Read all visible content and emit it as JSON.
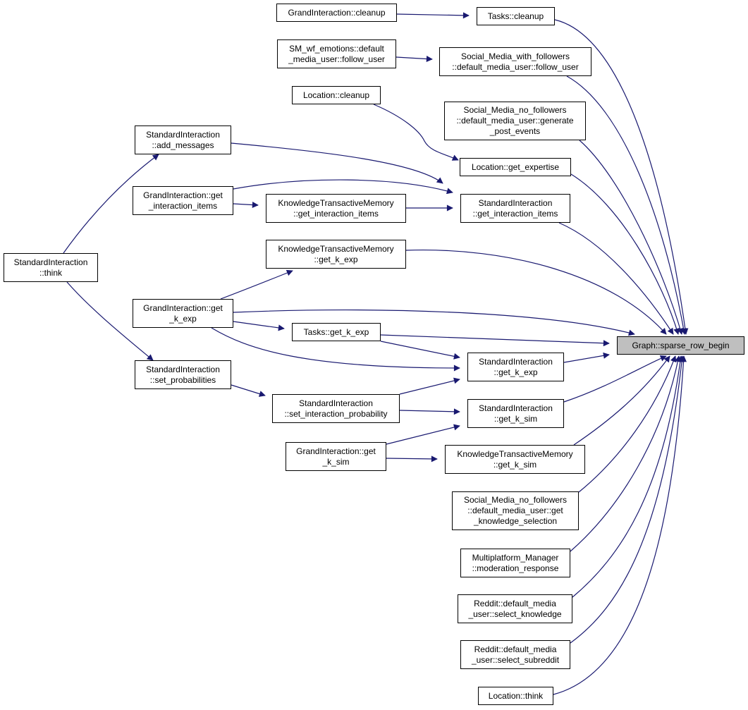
{
  "colors": {
    "edge": "#191970",
    "node_border": "#000000",
    "node_fill": "#ffffff",
    "target_fill": "#bfbfbf"
  },
  "graph": {
    "target": "Graph::sparse_row_begin",
    "nodes": [
      {
        "id": "grand-cleanup",
        "lines": [
          "GrandInteraction::cleanup"
        ]
      },
      {
        "id": "tasks-cleanup",
        "lines": [
          "Tasks::cleanup"
        ]
      },
      {
        "id": "smwf-follow",
        "lines": [
          "SM_wf_emotions::default",
          "_media_user::follow_user"
        ]
      },
      {
        "id": "smfollowers-follow",
        "lines": [
          "Social_Media_with_followers",
          "::default_media_user::follow_user"
        ]
      },
      {
        "id": "location-cleanup",
        "lines": [
          "Location::cleanup"
        ]
      },
      {
        "id": "smnf-generate",
        "lines": [
          "Social_Media_no_followers",
          "::default_media_user::generate",
          "_post_events"
        ]
      },
      {
        "id": "std-add-messages",
        "lines": [
          "StandardInteraction",
          "::add_messages"
        ]
      },
      {
        "id": "location-get-expertise",
        "lines": [
          "Location::get_expertise"
        ]
      },
      {
        "id": "grand-get-items",
        "lines": [
          "GrandInteraction::get",
          "_interaction_items"
        ]
      },
      {
        "id": "ktm-get-items",
        "lines": [
          "KnowledgeTransactiveMemory",
          "::get_interaction_items"
        ]
      },
      {
        "id": "std-get-items",
        "lines": [
          "StandardInteraction",
          "::get_interaction_items"
        ]
      },
      {
        "id": "ktm-get-k-exp",
        "lines": [
          "KnowledgeTransactiveMemory",
          "::get_k_exp"
        ]
      },
      {
        "id": "std-think",
        "lines": [
          "StandardInteraction",
          "::think"
        ]
      },
      {
        "id": "grand-get-k-exp",
        "lines": [
          "GrandInteraction::get",
          "_k_exp"
        ]
      },
      {
        "id": "tasks-get-k-exp",
        "lines": [
          "Tasks::get_k_exp"
        ]
      },
      {
        "id": "std-get-k-exp",
        "lines": [
          "StandardInteraction",
          "::get_k_exp"
        ]
      },
      {
        "id": "std-set-probabilities",
        "lines": [
          "StandardInteraction",
          "::set_probabilities"
        ]
      },
      {
        "id": "std-set-interaction-probability",
        "lines": [
          "StandardInteraction",
          "::set_interaction_probability"
        ]
      },
      {
        "id": "std-get-k-sim",
        "lines": [
          "StandardInteraction",
          "::get_k_sim"
        ]
      },
      {
        "id": "grand-get-k-sim",
        "lines": [
          "GrandInteraction::get",
          "_k_sim"
        ]
      },
      {
        "id": "ktm-get-k-sim",
        "lines": [
          "KnowledgeTransactiveMemory",
          "::get_k_sim"
        ]
      },
      {
        "id": "smnf-knowledge",
        "lines": [
          "Social_Media_no_followers",
          "::default_media_user::get",
          "_knowledge_selection"
        ]
      },
      {
        "id": "multiplatform-moderation",
        "lines": [
          "Multiplatform_Manager",
          "::moderation_response"
        ]
      },
      {
        "id": "reddit-select-knowledge",
        "lines": [
          "Reddit::default_media",
          "_user::select_knowledge"
        ]
      },
      {
        "id": "reddit-select-subreddit",
        "lines": [
          "Reddit::default_media",
          "_user::select_subreddit"
        ]
      },
      {
        "id": "location-think",
        "lines": [
          "Location::think"
        ]
      },
      {
        "id": "graph-sparse-row-begin",
        "lines": [
          "Graph::sparse_row_begin"
        ],
        "is_target": true
      }
    ],
    "edges": [
      {
        "from": "grand-cleanup",
        "to": "tasks-cleanup"
      },
      {
        "from": "tasks-cleanup",
        "to": "graph-sparse-row-begin"
      },
      {
        "from": "smwf-follow",
        "to": "smfollowers-follow"
      },
      {
        "from": "smfollowers-follow",
        "to": "graph-sparse-row-begin"
      },
      {
        "from": "location-cleanup",
        "to": "location-get-expertise"
      },
      {
        "from": "smnf-generate",
        "to": "graph-sparse-row-begin"
      },
      {
        "from": "std-add-messages",
        "to": "std-get-items"
      },
      {
        "from": "std-think",
        "to": "std-add-messages"
      },
      {
        "from": "location-get-expertise",
        "to": "graph-sparse-row-begin"
      },
      {
        "from": "grand-get-items",
        "to": "ktm-get-items"
      },
      {
        "from": "grand-get-items",
        "to": "std-get-items"
      },
      {
        "from": "ktm-get-items",
        "to": "std-get-items"
      },
      {
        "from": "std-get-items",
        "to": "graph-sparse-row-begin"
      },
      {
        "from": "ktm-get-k-exp",
        "to": "graph-sparse-row-begin"
      },
      {
        "from": "grand-get-k-exp",
        "to": "ktm-get-k-exp"
      },
      {
        "from": "grand-get-k-exp",
        "to": "graph-sparse-row-begin"
      },
      {
        "from": "grand-get-k-exp",
        "to": "tasks-get-k-exp"
      },
      {
        "from": "grand-get-k-exp",
        "to": "std-get-k-exp"
      },
      {
        "from": "tasks-get-k-exp",
        "to": "graph-sparse-row-begin"
      },
      {
        "from": "tasks-get-k-exp",
        "to": "std-get-k-exp"
      },
      {
        "from": "std-get-k-exp",
        "to": "graph-sparse-row-begin"
      },
      {
        "from": "std-think",
        "to": "std-set-probabilities"
      },
      {
        "from": "std-set-probabilities",
        "to": "std-set-interaction-probability"
      },
      {
        "from": "std-set-interaction-probability",
        "to": "std-get-k-exp"
      },
      {
        "from": "std-set-interaction-probability",
        "to": "std-get-k-sim"
      },
      {
        "from": "std-get-k-sim",
        "to": "graph-sparse-row-begin"
      },
      {
        "from": "grand-get-k-sim",
        "to": "std-get-k-sim"
      },
      {
        "from": "grand-get-k-sim",
        "to": "ktm-get-k-sim"
      },
      {
        "from": "ktm-get-k-sim",
        "to": "graph-sparse-row-begin"
      },
      {
        "from": "smnf-knowledge",
        "to": "graph-sparse-row-begin"
      },
      {
        "from": "multiplatform-moderation",
        "to": "graph-sparse-row-begin"
      },
      {
        "from": "reddit-select-knowledge",
        "to": "graph-sparse-row-begin"
      },
      {
        "from": "reddit-select-subreddit",
        "to": "graph-sparse-row-begin"
      },
      {
        "from": "location-think",
        "to": "graph-sparse-row-begin"
      }
    ]
  }
}
